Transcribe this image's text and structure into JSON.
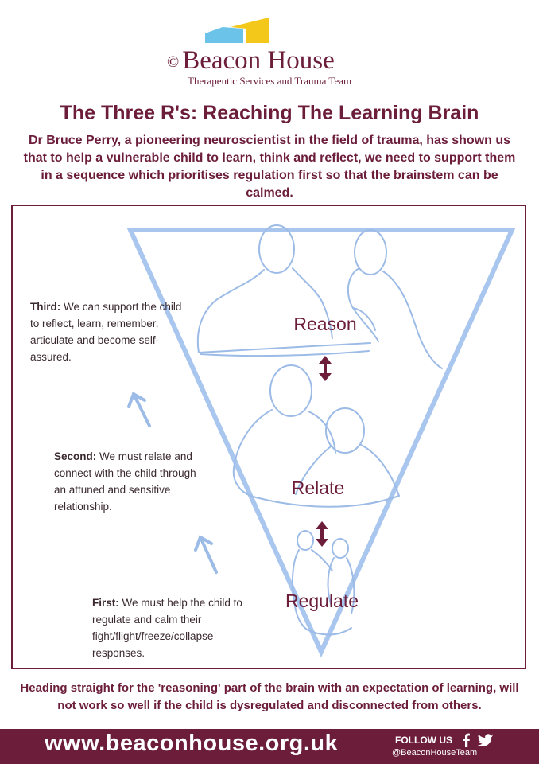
{
  "header": {
    "copyright_symbol": "©",
    "brand_name": "Beacon House",
    "brand_tagline": "Therapeutic Services and Trauma Team"
  },
  "title": "The Three R's: Reaching The Learning Brain",
  "intro": "Dr Bruce Perry, a pioneering neuroscientist in the field of trauma, has shown us that to help a vulnerable child to learn, think and reflect, we need to support them in a sequence which prioritises regulation first so that the brainstem can be calmed.",
  "diagram": {
    "labels": {
      "reason": "Reason",
      "relate": "Relate",
      "regulate": "Regulate"
    },
    "steps": [
      {
        "heading": "Third:",
        "text": "We can support the child to reflect, learn, remember, articulate and become self-assured."
      },
      {
        "heading": "Second:",
        "text": "We must relate and connect with the child through an attuned and sensitive relationship."
      },
      {
        "heading": "First:",
        "text": "We must help the child to regulate and calm their fight/flight/freeze/collapse responses."
      }
    ]
  },
  "footnote": "Heading straight for the 'reasoning' part of the brain with an expectation of learning, will not work so well if the child is dysregulated and disconnected from others.",
  "footer": {
    "url": "www.beaconhouse.org.uk",
    "follow_label": "FOLLOW US",
    "handle": "@BeaconHouseTeam"
  },
  "colors": {
    "brand": "#6b1d3a",
    "triangle": "#a9c6ee",
    "figure_line": "#9cbbe6",
    "logo_blue": "#6bc3ea",
    "logo_yellow": "#f4c81b"
  },
  "icons": [
    "logo-mark-icon",
    "double-arrow-icon",
    "up-arrow-icon",
    "facebook-icon",
    "twitter-icon"
  ]
}
